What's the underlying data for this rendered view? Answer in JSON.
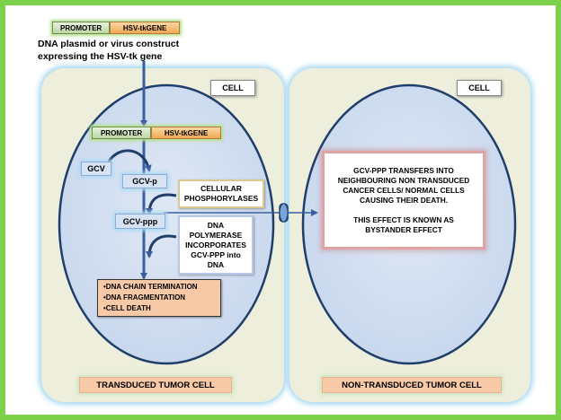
{
  "construct": {
    "promoter": "PROMOTER",
    "gene": "HSV-tkGENE",
    "caption_line1": "DNA plasmid or virus construct",
    "caption_line2": "expressing the HSV-tk gene"
  },
  "left_cell": {
    "cell_label": "CELL",
    "promoter": "PROMOTER",
    "gene": "HSV-tkGENE",
    "gcv": "GCV",
    "gcv_p": "GCV-p",
    "gcv_ppp": "GCV-ppp",
    "phosphorylases_line1": "CELLULAR",
    "phosphorylases_line2": "PHOSPHORYLASES",
    "polymerase_lines": [
      "DNA",
      "POLYMERASE",
      "INCORPORATES",
      "GCV-PPP into",
      "DNA"
    ],
    "results": [
      "•DNA CHAIN TERMINATION",
      "•DNA FRAGMENTATION",
      "•CELL DEATH"
    ],
    "bottom_label": "TRANSDUCED TUMOR CELL"
  },
  "right_cell": {
    "cell_label": "CELL",
    "bystander_lines": [
      "GCV-PPP TRANSFERS INTO",
      "NEIGHBOURING NON TRANSDUCED",
      "CANCER CELLS/ NORMAL CELLS",
      "CAUSING THEIR DEATH."
    ],
    "effect_line1": "THIS EFFECT IS KNOWN AS",
    "effect_line2": "BYSTANDER EFFECT",
    "bottom_label": "NON-TRANSDUCED TUMOR CELL"
  },
  "colors": {
    "frame": "#7cd04a",
    "panel": "#eeeedd",
    "cell_fill": "#d4e1f1",
    "cell_edge": "#1f3f6a",
    "arrow": "#3a5f9e",
    "label_fill": "#f7c9a7"
  }
}
